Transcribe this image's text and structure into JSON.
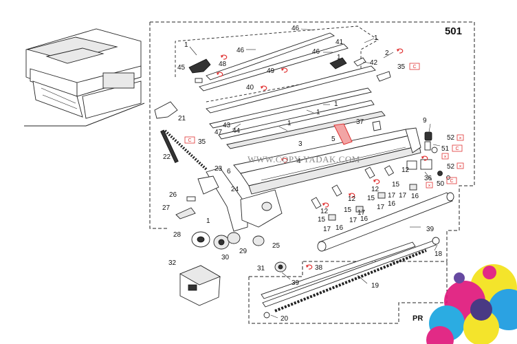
{
  "section_number": "501",
  "watermark": "WWW.COPY-YADAK.COM",
  "corner_text": "PR",
  "marks": {
    "refresh_color": "#e03030",
    "code_c": "C",
    "code_x": "×"
  },
  "callouts": {
    "c1a": "1",
    "c1b": "1",
    "c1c": "1",
    "c1d": "1",
    "c1e": "1",
    "c1f": "1",
    "c2": "2",
    "c3": "3",
    "c4": "4",
    "c5": "5",
    "c6": "6",
    "c9": "9",
    "c12a": "12",
    "c12b": "12",
    "c12c": "12",
    "c12d": "12",
    "c15a": "15",
    "c15b": "15",
    "c15c": "15",
    "c15d": "15",
    "c16a": "16",
    "c16b": "16",
    "c16c": "16",
    "c16d": "16",
    "c17a": "17",
    "c17b": "17",
    "c17c": "17",
    "c17d": "17",
    "c17e": "17",
    "c17f": "17",
    "c18": "18",
    "c19": "19",
    "c20": "20",
    "c21": "21",
    "c22": "22",
    "c23": "23",
    "c24": "24",
    "c25": "25",
    "c26": "26",
    "c27": "27",
    "c28": "28",
    "c29": "29",
    "c30": "30",
    "c31": "31",
    "c32": "32",
    "c35a": "35",
    "c35b": "35",
    "c36": "36",
    "c37": "37",
    "c38": "38",
    "c39a": "39",
    "c39b": "39",
    "c40": "40",
    "c41": "41",
    "c42": "42",
    "c43": "43",
    "c44": "44",
    "c45": "45",
    "c46a": "46",
    "c46b": "46",
    "c46c": "46",
    "c47": "47",
    "c48": "48",
    "c49": "49",
    "c50": "50",
    "c51": "51",
    "c52a": "52",
    "c52b": "52"
  }
}
